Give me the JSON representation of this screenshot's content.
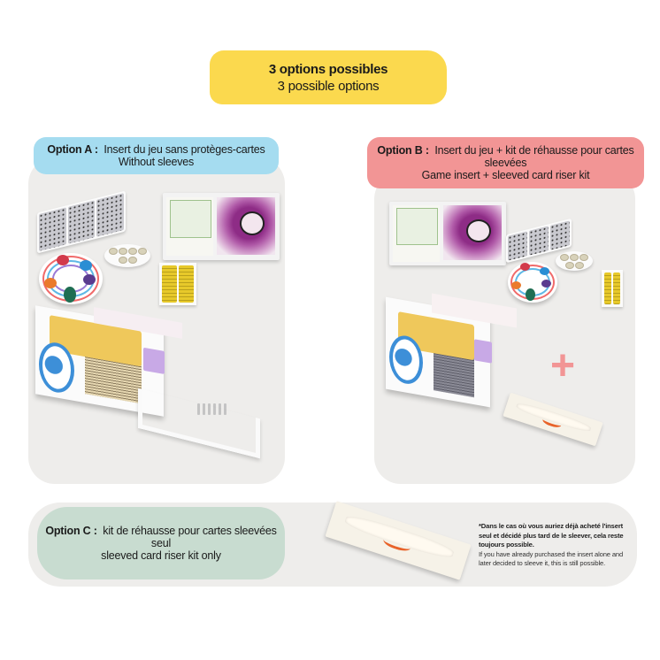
{
  "banner": {
    "title_fr": "3 options possibles",
    "title_en": "3 possible options",
    "color": "#fbd94e"
  },
  "option_a": {
    "label_prefix": "Option A :",
    "label_fr": "Insert du jeu sans protèges-cartes",
    "label_en": "Without sleeves",
    "color": "#a5dcf0",
    "image_items": [
      "token-tray-icon",
      "coin-dish-icon",
      "ring-token-holder-icon",
      "game-board-icon",
      "yellow-token-tray-icon",
      "card-box-icon",
      "u-divider-icon",
      "pegs-icon"
    ]
  },
  "option_b": {
    "label_prefix": "Option B :",
    "label_fr": "Insert du jeu + kit de réhausse pour cartes sleevées",
    "label_en": "Game insert + sleeved card riser kit",
    "color": "#f29595",
    "plus_symbol": "+",
    "image_items": [
      "game-board-icon",
      "token-tray-icon",
      "coin-dish-icon",
      "ring-token-holder-icon",
      "yellow-token-tray-icon",
      "card-box-riser-icon",
      "riser-kit-icon"
    ]
  },
  "option_c": {
    "label_prefix": "Option C :",
    "label_fr": "kit de réhausse pour cartes  sleevées seul",
    "label_en": "sleeved card riser kit only",
    "color": "#c8dcd0",
    "image_items": [
      "riser-kit-icon"
    ]
  },
  "footnote": {
    "fr": "*Dans le cas où vous auriez déjà acheté l'insert seul et décidé plus tard de le sleever, cela reste toujours possible.",
    "en": "If you have already purchased the insert alone and later decided to sleeve it, this is still possible."
  },
  "panel_color": "#eeedeb"
}
